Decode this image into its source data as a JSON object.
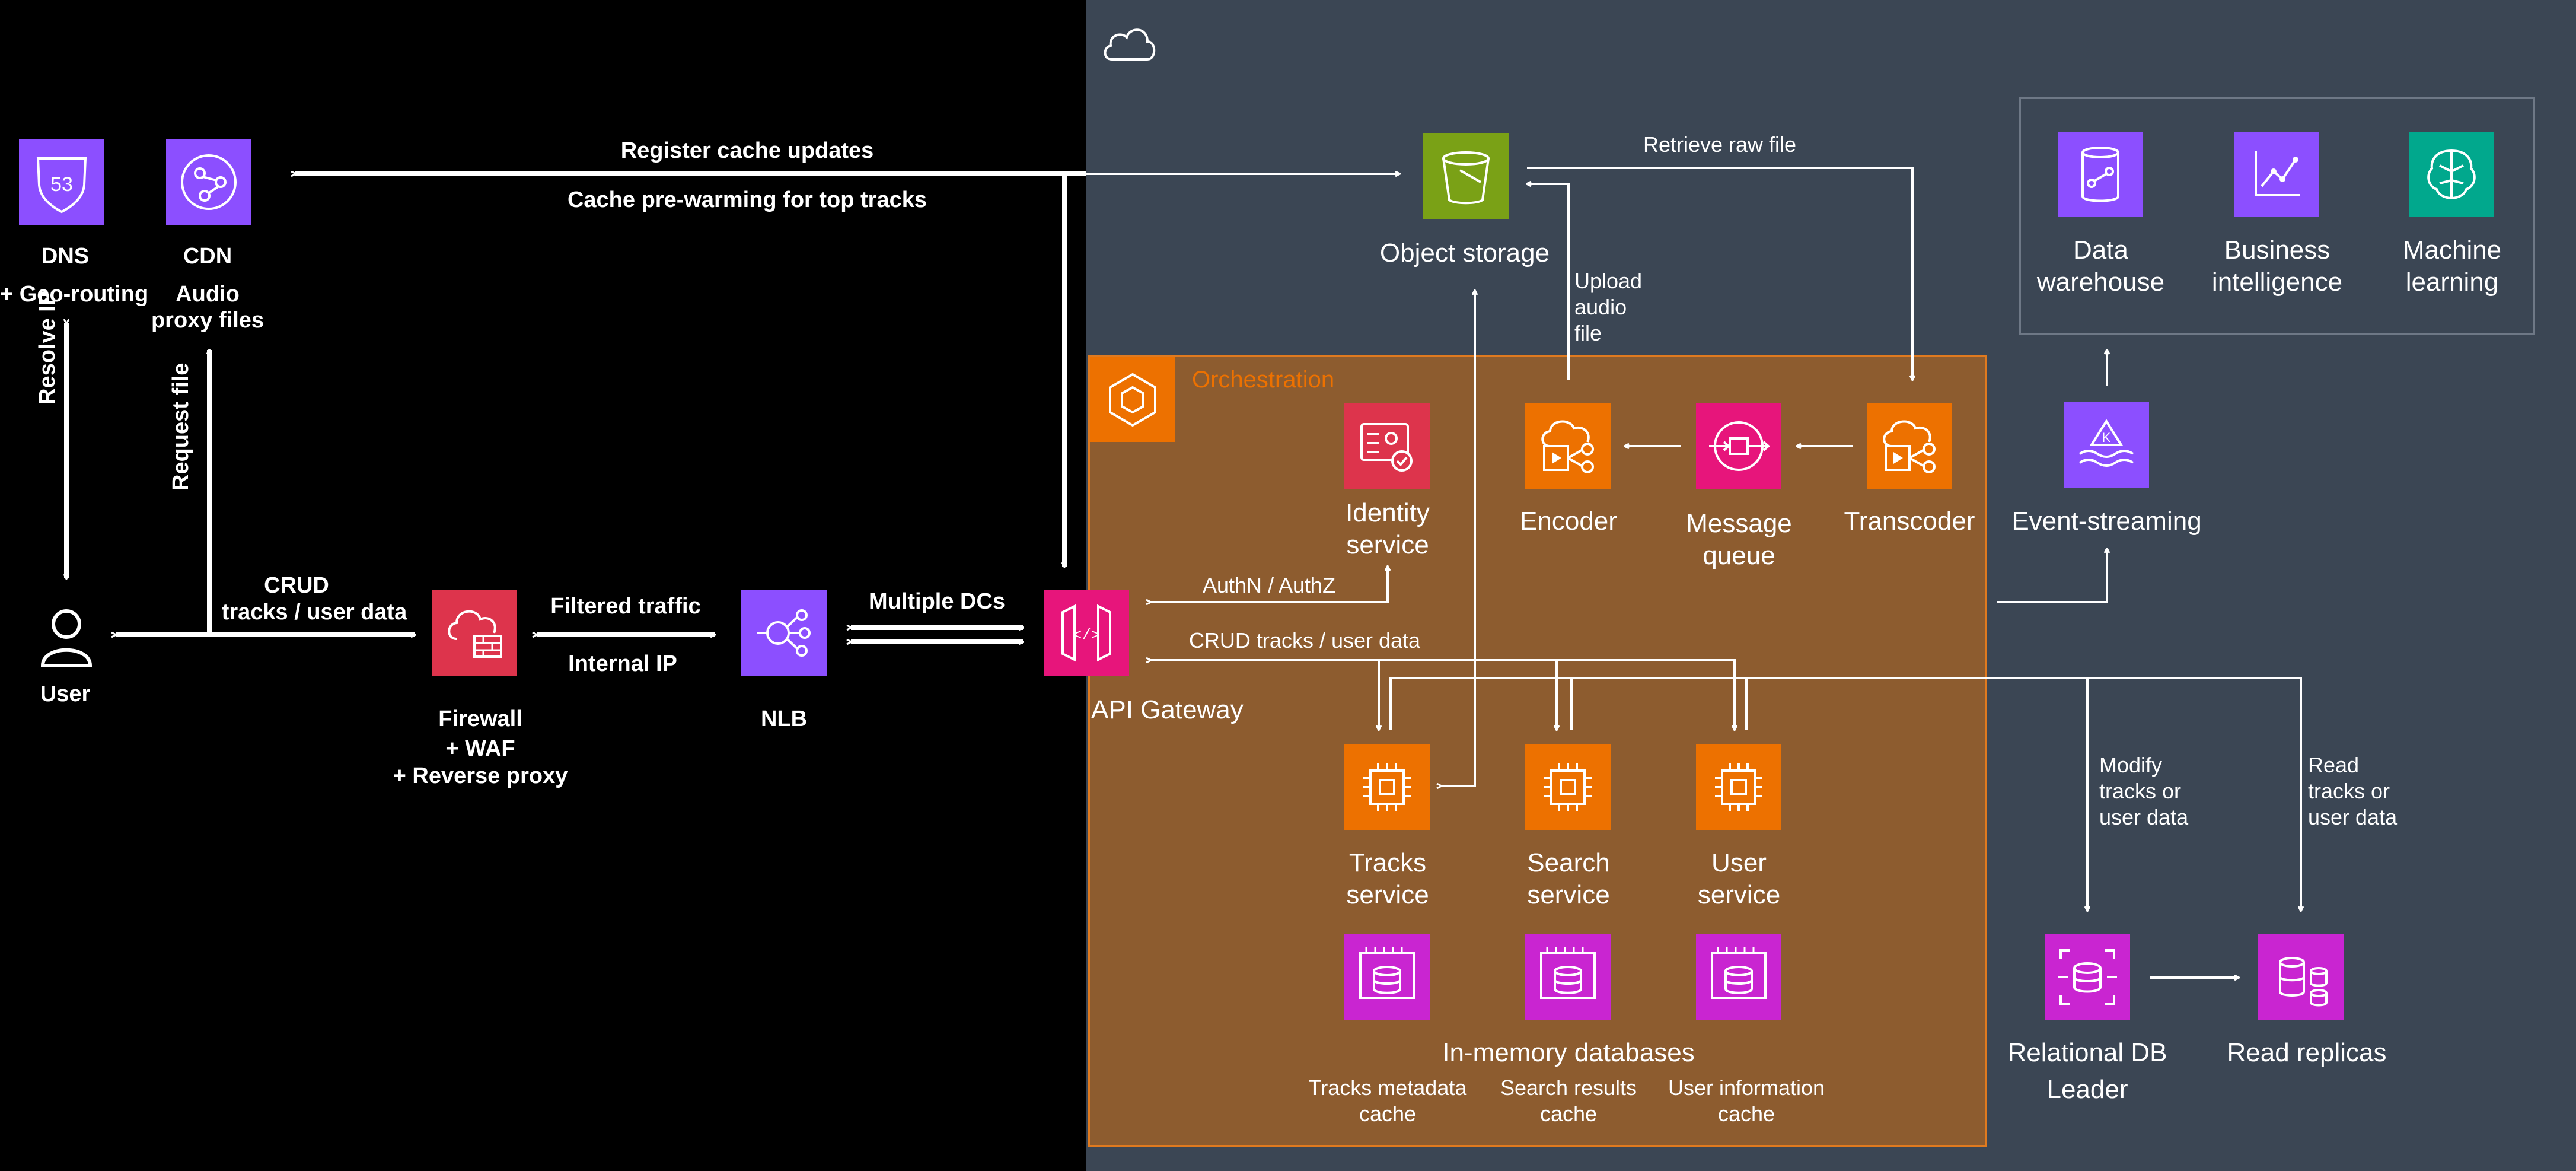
{
  "colors": {
    "cloud_bg": "#3b4654",
    "orchestration_bg": "#8d5c2f",
    "orchestration_border": "#e07a1f",
    "purple": "#8c4fff",
    "orange": "#ed7100",
    "red": "#dd344c",
    "pink": "#e7157b",
    "magenta": "#c925d1",
    "green": "#7aa116",
    "teal": "#01a88d"
  },
  "left": {
    "dns_label": "DNS",
    "dns_sub": "+ Geo-routing",
    "cdn_label": "CDN",
    "cdn_sub1": "Audio",
    "cdn_sub2": "proxy files",
    "user_label": "User",
    "firewall_label": "Firewall",
    "firewall_sub1": "+ WAF",
    "firewall_sub2": "+ Reverse proxy",
    "nlb_label": "NLB",
    "dns_edge_label": "Resolve IP",
    "cdn_edge_label": "Request file",
    "crud_label1": "CRUD",
    "crud_label2": "tracks / user data",
    "filtered_label": "Filtered traffic",
    "internal_ip_label": "Internal IP",
    "multiple_dcs_label": "Multiple DCs",
    "register_label": "Register cache updates",
    "precache_label": "Cache pre-warming for top tracks"
  },
  "cloud": {
    "api_gateway_label": "API Gateway",
    "object_storage_label": "Object storage",
    "retrieve_label": "Retrieve raw file",
    "upload_label1": "Upload",
    "upload_label2": "audio",
    "upload_label3": "file",
    "orchestration_label": "Orchestration",
    "identity_label1": "Identity",
    "identity_label2": "service",
    "encoder_label": "Encoder",
    "mq_label1": "Message",
    "mq_label2": "queue",
    "transcoder_label": "Transcoder",
    "authn_label": "AuthN / AuthZ",
    "crud_tracks_label": "CRUD tracks / user data",
    "tracks_label1": "Tracks",
    "tracks_label2": "service",
    "search_label1": "Search",
    "search_label2": "service",
    "user_service_label1": "User",
    "user_service_label2": "service",
    "inmemory_label": "In-memory databases",
    "cache1a": "Tracks metadata",
    "cache1b": "cache",
    "cache2a": "Search results",
    "cache2b": "cache",
    "cache3a": "User information",
    "cache3b": "cache",
    "dw_label1": "Data",
    "dw_label2": "warehouse",
    "bi_label1": "Business",
    "bi_label2": "intelligence",
    "ml_label1": "Machine",
    "ml_label2": "learning",
    "event_label": "Event-streaming",
    "modify_label1": "Modify",
    "modify_label2": "tracks or",
    "modify_label3": "user data",
    "read_label1": "Read",
    "read_label2": "tracks or",
    "read_label3": "user data",
    "rdb_label": "Relational DB",
    "leader_label": "Leader",
    "replicas_label": "Read replicas"
  },
  "icons": [
    "cloud-icon",
    "route53-icon",
    "cloudfront-icon",
    "user-icon",
    "firewall-icon",
    "nlb-icon",
    "api-gateway-icon",
    "s3-bucket-icon",
    "ecs-icon",
    "identity-icon",
    "encoder-icon",
    "message-queue-icon",
    "transcoder-icon",
    "compute-icon",
    "memory-db-icon",
    "redshift-icon",
    "quicksight-icon",
    "sagemaker-icon",
    "kinesis-icon",
    "rds-icon",
    "read-replica-icon"
  ]
}
